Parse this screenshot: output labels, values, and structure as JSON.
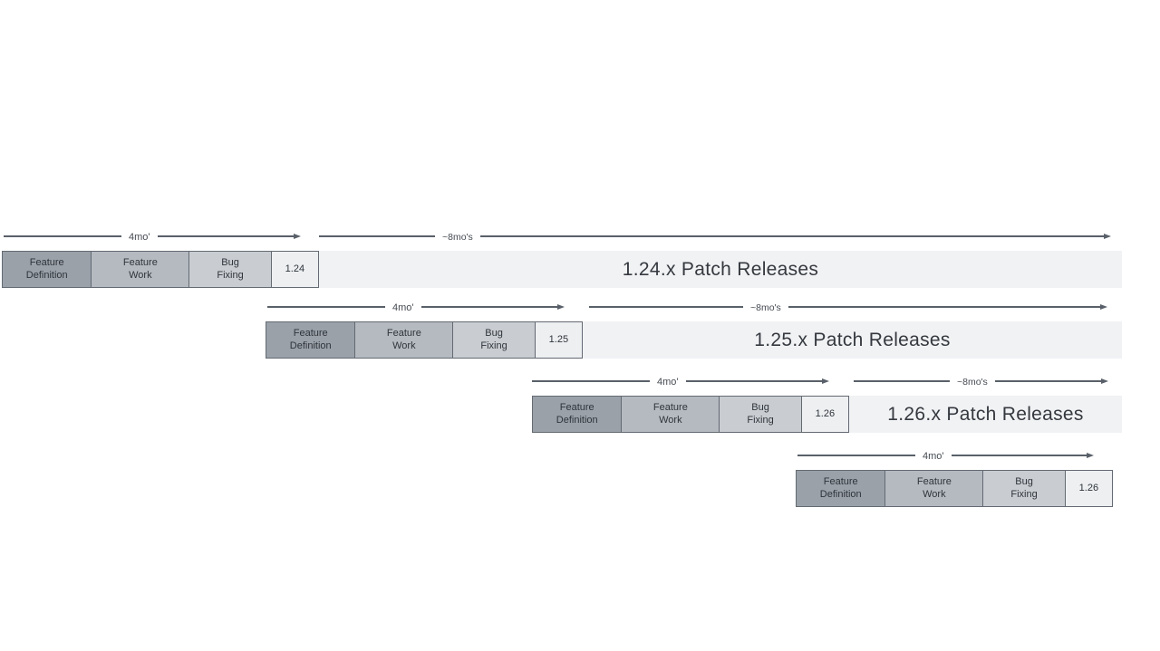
{
  "labels": {
    "dev_duration": "4mo'",
    "patch_duration": "~8mo's"
  },
  "phases": {
    "feature_definition": "Feature\nDefinition",
    "feature_work": "Feature\nWork",
    "bug_fixing": "Bug\nFixing"
  },
  "rows": [
    {
      "version": "1.24",
      "patch_title": "1.24.x Patch Releases"
    },
    {
      "version": "1.25",
      "patch_title": "1.25.x Patch Releases"
    },
    {
      "version": "1.26",
      "patch_title": "1.26.x Patch Releases"
    },
    {
      "version": "1.26"
    }
  ],
  "colors": {
    "feature_definition_box": "#9aa1a9",
    "feature_work_box": "#b5bac1",
    "bug_fixing_box": "#c9cdd2",
    "version_box": "#edeff1",
    "box_border": "#646a72",
    "patch_bar": "#f1f2f4",
    "arrow": "#596069",
    "title_text": "#35393f"
  }
}
